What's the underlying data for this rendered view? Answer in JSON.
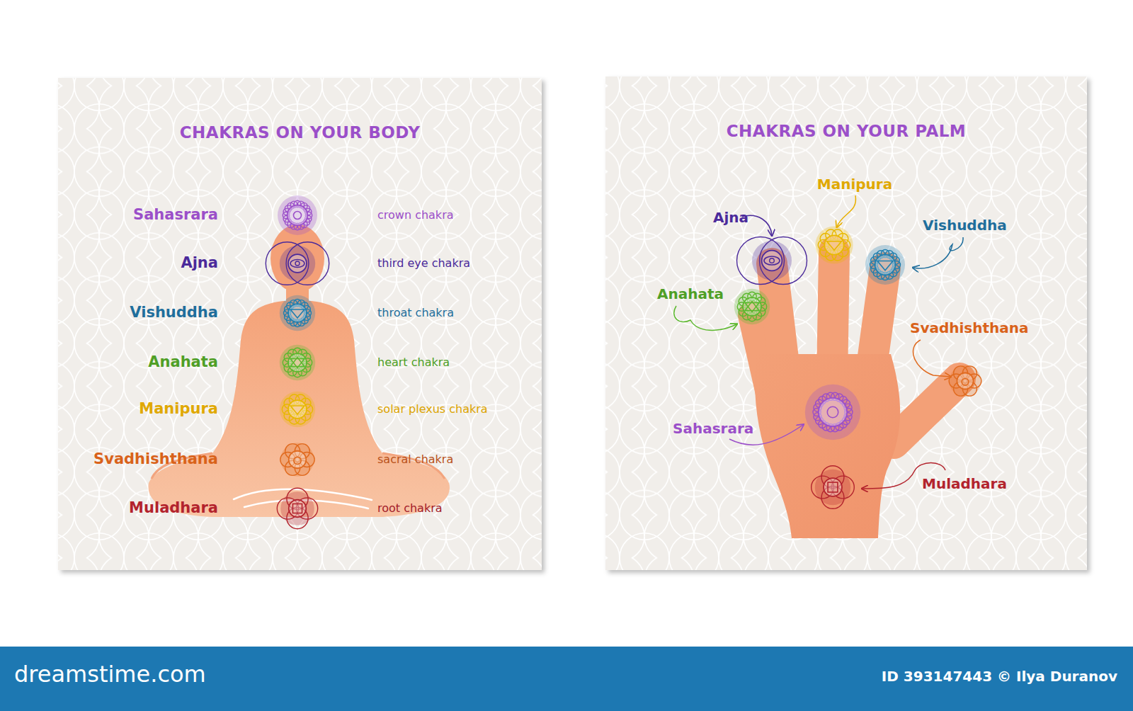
{
  "diagram": {
    "nodes": [
      {
        "text": [
          "CHAKRAS ON YOUR BODY"
        ]
      },
      {
        "text": [
          "CHAKRAS ON YOUR PALM"
        ]
      },
      {
        "text": [
          "dreamstime.com",
          "ID 393147443 © Ilya Duranov"
        ]
      }
    ],
    "labels": [
      "Sahasrara",
      "Ajna",
      "Vishuddha",
      "Anahata",
      "Manipura",
      "Svadhishthana",
      "Muladhara",
      "crown chakra",
      "third eye chakra",
      "throat chakra",
      "heart chakra",
      "solar plexus chakra",
      "sacral chakra",
      "root chakra",
      "Manipura",
      "Ajna",
      "Vishuddha",
      "Anahata",
      "Svadhishthana",
      "Sahasrara",
      "Muladhara"
    ]
  }
}
